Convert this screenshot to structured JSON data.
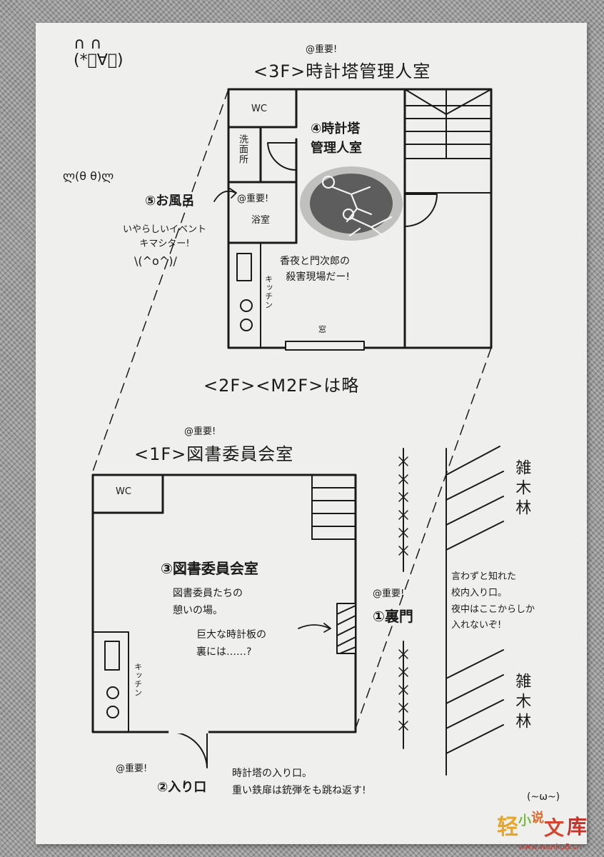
{
  "face_top_left": "∩ ∩\n(*ﾟ∀ﾟ)",
  "face_left_mid": "ლ(θ θ)ლ",
  "face_left_cheer": "\\(^o^)/",
  "face_bottom_right": "(~ω~)",
  "important_label": "@重要!",
  "floor3": {
    "title": "<3F>時計塔管理人室",
    "wc": "WC",
    "washroom": "洗面所",
    "bath": "浴室",
    "kitchen": "キッチン",
    "window": "窓",
    "room_label": "④時計塔\n管理人室",
    "murder_note": "香夜と門次郎の\n殺害現場だー!",
    "bath_callout_title": "⑤お風呂",
    "bath_callout_note": "いやらしいイベント\nキマシター!"
  },
  "floor2_note": "<2F><M2F>は略",
  "floor1": {
    "title": "<1F>図書委員会室",
    "wc": "WC",
    "kitchen": "キッチン",
    "room_label": "③図書委員会室",
    "room_note": "図書委員たちの\n憩いの場。",
    "clock_note": "巨大な時計板の\n裏には……?",
    "entrance_label": "②入り口",
    "entrance_note": "時計塔の入り口。\n重い鉄扉は銃弾をも跳ね返す!",
    "back_gate_label": "①裏門",
    "back_gate_note": "言わずと知れた\n校内入り口。\n夜中はここからしか\n入れないぞ!",
    "woods_upper": "雑木林",
    "woods_lower": "雑木林"
  },
  "watermark": {
    "name_chars": [
      "轻",
      "小",
      "说",
      "文",
      "库"
    ],
    "url": "www.wenku8.cn",
    "colors": [
      "#e8a628",
      "#7ab648",
      "#e36a2c",
      "#d9432e",
      "#c7342b"
    ]
  }
}
